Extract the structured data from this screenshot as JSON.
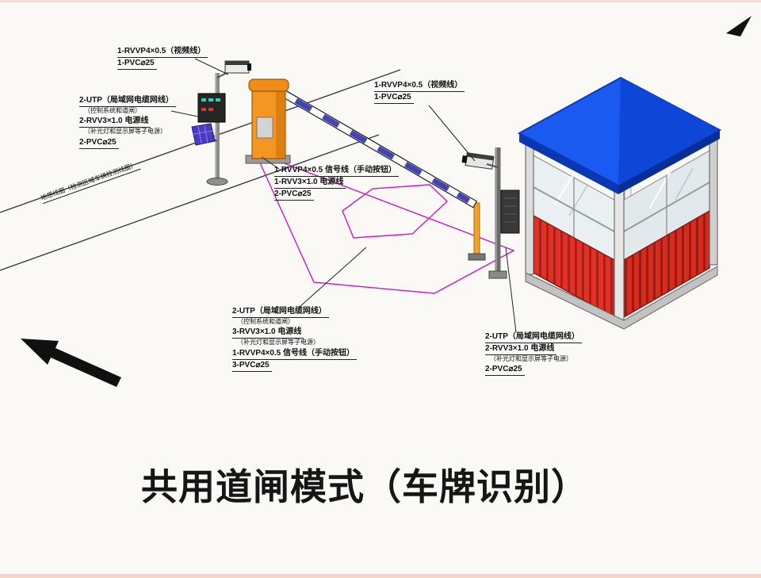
{
  "title": "共用道闸模式（车牌识别）",
  "labels": {
    "camera_left": {
      "lines": [
        "1-RVVP4×0.5（视频线）",
        "1-PVC⌀25"
      ]
    },
    "control_left": {
      "lines": [
        "2-UTP（局域网电缆网线）",
        "（控制系统和道闸）",
        "2-RVV3×1.0 电源线",
        "（补光灯和显示屏等子电源）",
        "2-PVC⌀25"
      ]
    },
    "barrier_signal": {
      "lines": [
        "1-RVVP4×0.5 信号线（手动按钮）",
        "1-RVV3×1.0 电源线",
        "2-PVC⌀25"
      ]
    },
    "camera_right": {
      "lines": [
        "1-RVVP4×0.5（视频线）",
        "1-PVC⌀25"
      ]
    },
    "ground_loop": {
      "lines": [
        "地感线圈（检测区域车辆检测线圈）"
      ]
    },
    "lane_cables": {
      "lines": [
        "2-UTP（局域网电缆网线）",
        "（控制系统和道闸）",
        "3-RVV3×1.0 电源线",
        "（补光灯和显示屏等子电源）",
        "1-RVVP4×0.5 信号线（手动按钮）",
        "3-PVC⌀25"
      ]
    },
    "booth_cables": {
      "lines": [
        "2-UTP（局域网电缆网线）",
        "2-RVV3×1.0 电源线",
        "（补光灯和显示屏等子电源）",
        "2-PVC⌀25"
      ]
    }
  },
  "colors": {
    "roof_blue": "#1a5af0",
    "wall_red": "#e23227",
    "barrier_orange": "#f59522",
    "loop_magenta": "#c71bc7",
    "arrow_black": "#101010"
  }
}
